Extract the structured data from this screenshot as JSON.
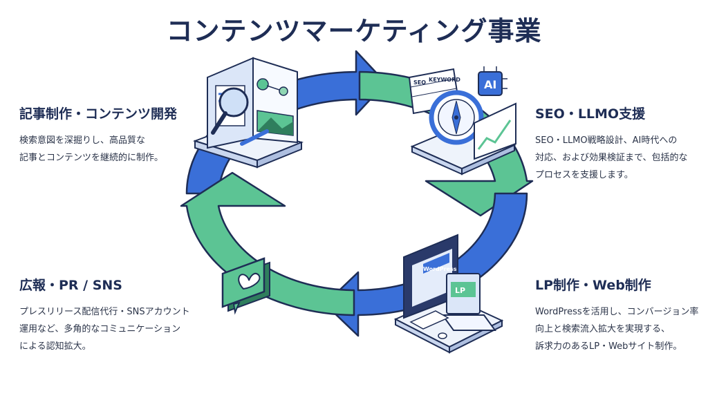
{
  "title": "コンテンツマーケティング事業",
  "sections": {
    "content": {
      "heading": "記事制作・コンテンツ開発",
      "lines": [
        "検索意図を深掘りし、高品質な",
        "記事とコンテンツを継続的に制作。"
      ]
    },
    "seo": {
      "heading": "SEO・LLMO支援",
      "lines": [
        "SEO・LLMO戦略設計、AI時代への",
        "対応、および効果検証まで、包括的な",
        "プロセスを支援します。"
      ]
    },
    "pr": {
      "heading": "広報・PR / SNS",
      "lines": [
        "プレスリリース配信代行・SNSアカウント",
        "運用など、多角的なコミュニケーション",
        "による認知拡大。"
      ]
    },
    "lp": {
      "heading": "LP制作・Web制作",
      "lines": [
        "WordPressを活用し、コンバージョン率",
        "向上と検索流入拡大を実現する、",
        "訴求力のあるLP・Webサイト制作。"
      ]
    }
  },
  "illustration_text": {
    "keyword_label": "KEYWORD",
    "seo_label": "SEO",
    "ai_label": "AI",
    "wordpress_label": "WordPress",
    "lp_label": "LP"
  },
  "colors": {
    "blue": "#3a6fd8",
    "green": "#5cc494",
    "navy": "#1e2d55"
  }
}
